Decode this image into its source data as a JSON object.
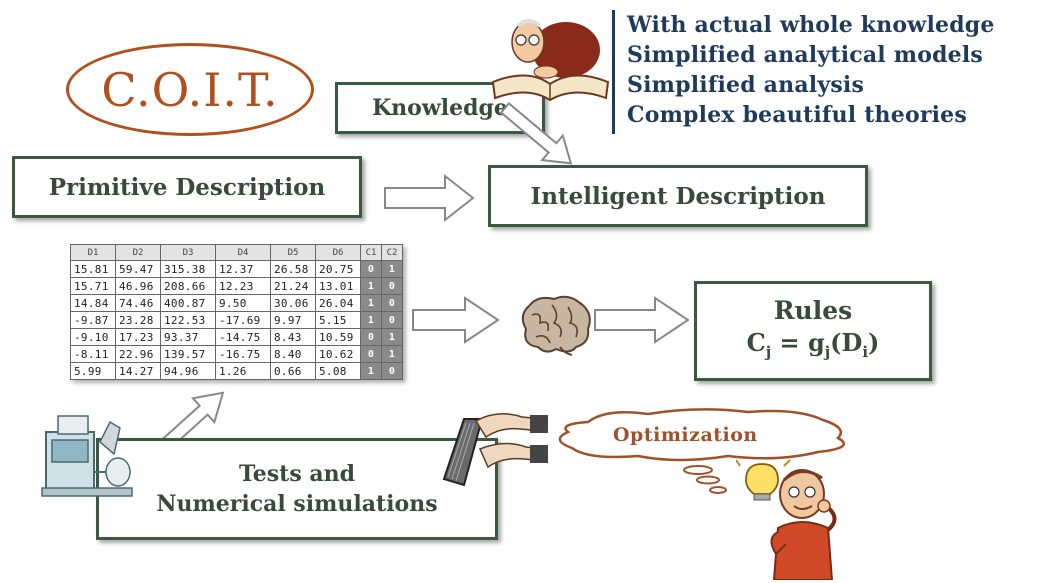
{
  "logo": {
    "text": "C.O.I.T."
  },
  "knowledge": {
    "label": "Knowledge"
  },
  "bullets": [
    "With actual whole knowledge",
    "Simplified analytical models",
    "Simplified analysis",
    "Complex beautiful theories"
  ],
  "primitive": {
    "label": "Primitive Description"
  },
  "intelligent": {
    "label": "Intelligent Description"
  },
  "table": {
    "headers": [
      "D1",
      "D2",
      "D3",
      "D4",
      "D5",
      "D6",
      "C1",
      "C2"
    ],
    "rows": [
      [
        "15.81",
        "59.47",
        "315.38",
        "12.37",
        "26.58",
        "20.75",
        "0",
        "1"
      ],
      [
        "15.71",
        "46.96",
        "208.66",
        "12.23",
        "21.24",
        "13.01",
        "1",
        "0"
      ],
      [
        "14.84",
        "74.46",
        "400.87",
        "9.50",
        "30.06",
        "26.04",
        "1",
        "0"
      ],
      [
        "-9.87",
        "23.28",
        "122.53",
        "-17.69",
        "9.97",
        "5.15",
        "1",
        "0"
      ],
      [
        "-9.10",
        "17.23",
        "93.37",
        "-14.75",
        "8.43",
        "10.59",
        "0",
        "1"
      ],
      [
        "-8.11",
        "22.96",
        "139.57",
        "-16.75",
        "8.40",
        "10.62",
        "0",
        "1"
      ],
      [
        "5.99",
        "14.27",
        "94.96",
        "1.26",
        "0.66",
        "5.08",
        "1",
        "0"
      ]
    ]
  },
  "rules": {
    "title": "Rules",
    "formula_main": "C",
    "formula_sub_j": "j",
    "formula_eq": " = ",
    "formula_g": "g",
    "formula_sub_j2": "j",
    "formula_arg_open": "(D",
    "formula_sub_i": "i",
    "formula_arg_close": ")"
  },
  "tests": {
    "line1": "Tests and",
    "line2": "Numerical simulations"
  },
  "optimization": {
    "label": "Optimization"
  },
  "colors": {
    "box_border": "#3a5a40",
    "text_dark": "#3a4a3a",
    "bullet_text": "#1f3b5c",
    "logo": "#b0501d",
    "optimization": "#a0502a"
  },
  "icons": [
    "professor-reading-icon",
    "brain-icon",
    "lab-equipment-icon",
    "keyboard-hands-icon",
    "thinking-man-icon",
    "idea-bulb-icon"
  ]
}
